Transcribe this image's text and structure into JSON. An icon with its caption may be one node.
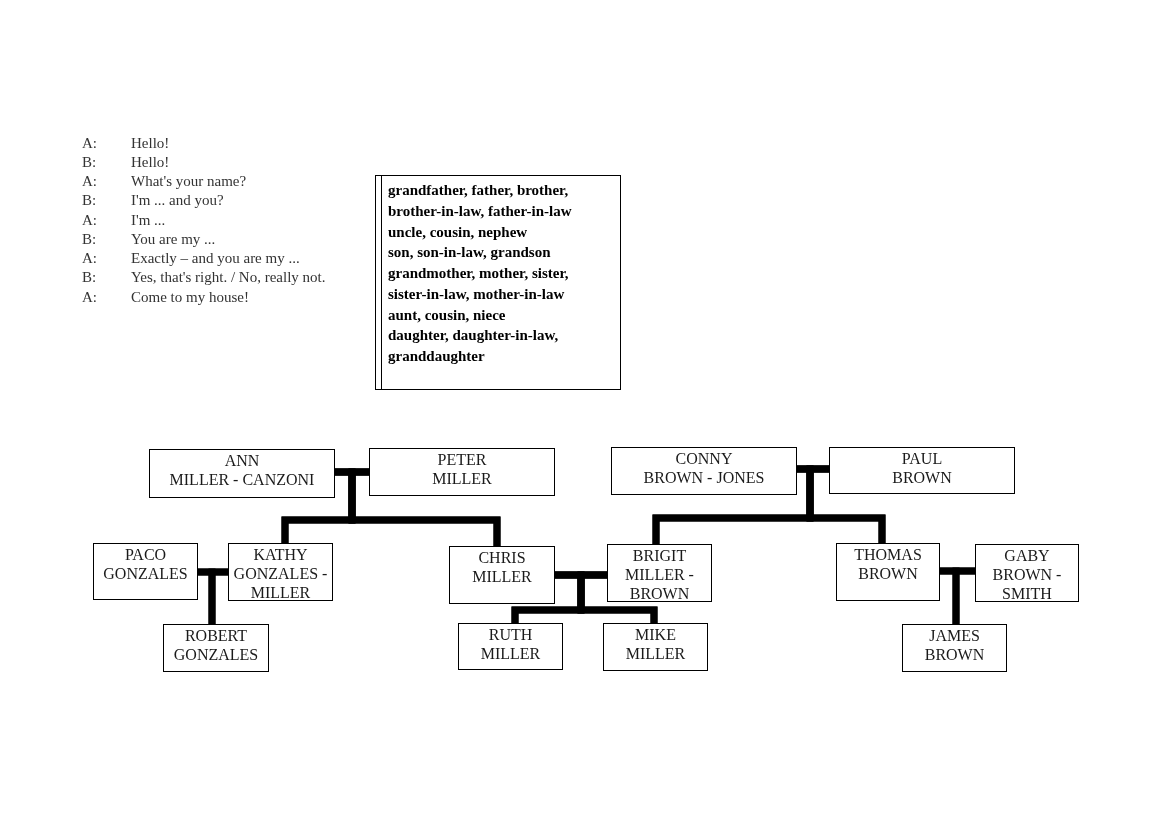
{
  "diagram": {
    "nodes": [
      {
        "text": [
          "grandfather, father, brother, brother-in-law, father-in-law",
          "uncle, cousin, nephew",
          "son, son-in-law, grandson",
          "grandmother, mother, sister, sister-in-law, mother-in-law",
          "aunt, cousin, niece",
          "daughter, daughter-in-law, granddaughter"
        ]
      },
      {
        "text": [
          "ANN MILLER - CANZONI"
        ]
      },
      {
        "text": [
          "PETER MILLER"
        ]
      },
      {
        "text": [
          "CONNY BROWN - JONES"
        ]
      },
      {
        "text": [
          "PAUL BROWN"
        ]
      },
      {
        "text": [
          "PACO GONZALES"
        ]
      },
      {
        "text": [
          "KATHY GONZALES - MILLER"
        ]
      },
      {
        "text": [
          "CHRIS MILLER"
        ]
      },
      {
        "text": [
          "BRIGIT MILLER - BROWN"
        ]
      },
      {
        "text": [
          "THOMAS BROWN"
        ]
      },
      {
        "text": [
          "GABY BROWN - SMITH"
        ]
      },
      {
        "text": [
          "ROBERT GONZALES"
        ]
      },
      {
        "text": [
          "RUTH MILLER"
        ]
      },
      {
        "text": [
          "MIKE MILLER"
        ]
      },
      {
        "text": [
          "JAMES BROWN"
        ]
      }
    ],
    "edges": [
      {
        "from": 1,
        "to": 2,
        "arrow": "none"
      },
      {
        "from": 1,
        "to": 6,
        "arrow": "none"
      },
      {
        "from": 2,
        "to": 6,
        "arrow": "none"
      },
      {
        "from": 1,
        "to": 7,
        "arrow": "none"
      },
      {
        "from": 2,
        "to": 7,
        "arrow": "none"
      },
      {
        "from": 3,
        "to": 4,
        "arrow": "none"
      },
      {
        "from": 3,
        "to": 8,
        "arrow": "none"
      },
      {
        "from": 4,
        "to": 8,
        "arrow": "none"
      },
      {
        "from": 3,
        "to": 9,
        "arrow": "none"
      },
      {
        "from": 4,
        "to": 9,
        "arrow": "none"
      },
      {
        "from": 5,
        "to": 6,
        "arrow": "none"
      },
      {
        "from": 5,
        "to": 11,
        "arrow": "none"
      },
      {
        "from": 6,
        "to": 11,
        "arrow": "none"
      },
      {
        "from": 7,
        "to": 8,
        "arrow": "none"
      },
      {
        "from": 7,
        "to": 12,
        "arrow": "none"
      },
      {
        "from": 8,
        "to": 12,
        "arrow": "none"
      },
      {
        "from": 7,
        "to": 13,
        "arrow": "none"
      },
      {
        "from": 8,
        "to": 13,
        "arrow": "none"
      },
      {
        "from": 9,
        "to": 10,
        "arrow": "none"
      },
      {
        "from": 9,
        "to": 14,
        "arrow": "none"
      },
      {
        "from": 10,
        "to": 14,
        "arrow": "none"
      }
    ],
    "labels": [
      "A:",
      "Hello!",
      "B:",
      "Hello!",
      "A:",
      "What's your name?",
      "B:",
      "I'm ... and you?",
      "A:",
      "I'm ...",
      "B:",
      "You are my ...",
      "A:",
      "Exactly – and you are my ...",
      "B:",
      "Yes, that's right. / No, really not.",
      "A:",
      "Come to my house!"
    ]
  }
}
